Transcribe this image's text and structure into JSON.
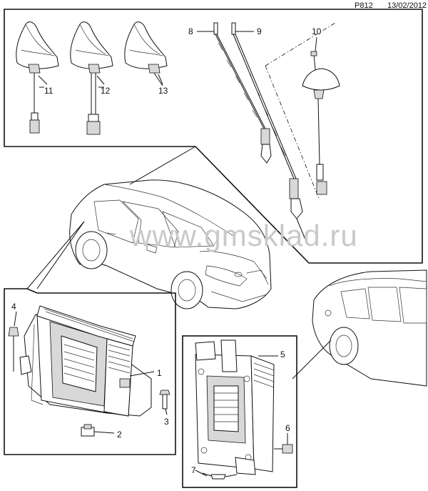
{
  "header": {
    "diagram_code": "P812",
    "date": "13/02/2012"
  },
  "watermark": "www.gmsklad.ru",
  "callouts": {
    "c1": "1",
    "c2": "2",
    "c3": "3",
    "c4": "4",
    "c5": "5",
    "c6": "6",
    "c7": "7",
    "c8": "8",
    "c9": "9",
    "c10": "10",
    "c11": "11",
    "c12": "12",
    "c13": "13"
  }
}
